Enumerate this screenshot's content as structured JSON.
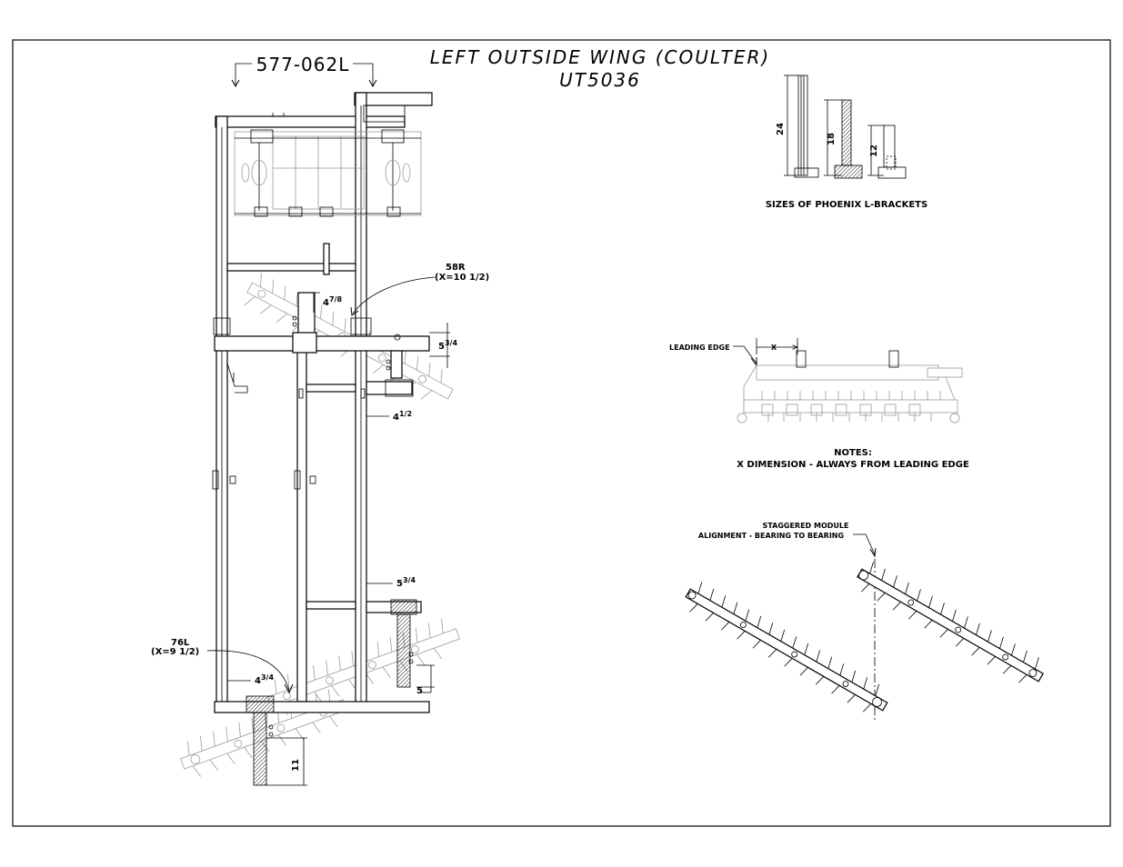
{
  "drawing": {
    "title_line1": "LEFT OUTSIDE WING (COULTER)",
    "title_line2": "UT5036",
    "part_number": "577-062L"
  },
  "callouts": {
    "upper_label": "58R",
    "upper_x": "(X=10 1/2)",
    "lower_label": "76L",
    "lower_x": "(X=9 1/2)"
  },
  "dimensions": {
    "d1_whole": "4",
    "d1_frac": "7/8",
    "d2_whole": "5",
    "d2_frac": "3/4",
    "d3_whole": "4",
    "d3_frac": "1/2",
    "d4_whole": "5",
    "d4_frac": "3/4",
    "d5": "5",
    "d6_whole": "4",
    "d6_frac": "3/4",
    "d7": "11"
  },
  "brackets": {
    "sizes": [
      "24",
      "18",
      "12"
    ],
    "caption": "SIZES OF PHOENIX L-BRACKETS"
  },
  "module_detail": {
    "leading_edge": "LEADING EDGE",
    "x_label": "X",
    "notes_heading": "NOTES:",
    "notes_text": "X DIMENSION - ALWAYS FROM LEADING EDGE"
  },
  "stagger_detail": {
    "line1": "STAGGERED MODULE",
    "line2": "ALIGNMENT - BEARING TO BEARING"
  }
}
